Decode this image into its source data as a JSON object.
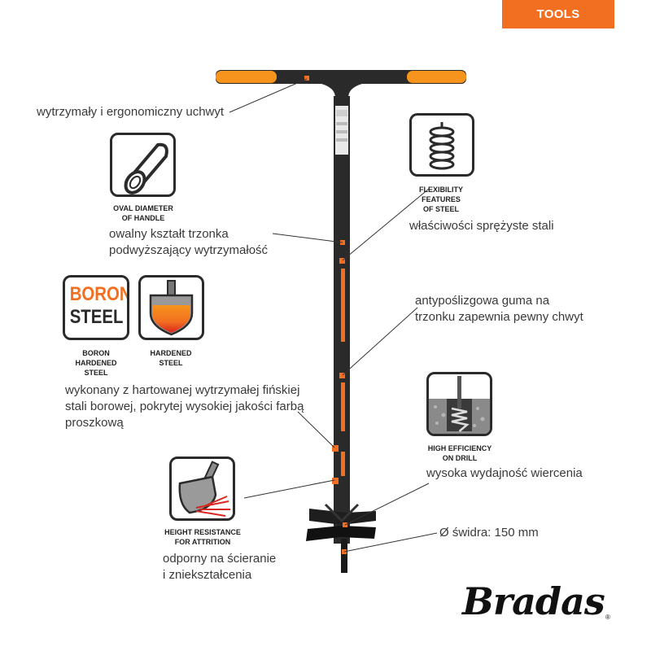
{
  "header": {
    "tools_label": "TOOLS"
  },
  "colors": {
    "accent": "#f26f21",
    "dark": "#2b2b2b"
  },
  "features": {
    "handle": {
      "text": "wytrzymały i ergonomiczny uchwyt"
    },
    "oval": {
      "caption_line1": "OVAL DIAMETER",
      "caption_line2": "OF HANDLE",
      "text_line1": "owalny kształt trzonka",
      "text_line2": "podwyższający wytrzymałość",
      "icon": "oval-tube-icon"
    },
    "flex": {
      "caption_line1": "FLEXIBILITY",
      "caption_line2": "FEATURES",
      "caption_line3": "OF STEEL",
      "text": "właściwości sprężyste stali",
      "icon": "spring-icon"
    },
    "boron": {
      "badge_line1": "BORON",
      "badge_line2": "STEEL",
      "caption_line1": "BORON",
      "caption_line2": "HARDENED",
      "caption_line3": "STEEL"
    },
    "hardened": {
      "caption_line1": "HARDENED",
      "caption_line2": "STEEL",
      "icon": "hardened-shovel-icon"
    },
    "steel_text": {
      "line1": "wykonany z hartowanej wytrzymałej fińskiej",
      "line2": "stali borowej, pokrytej wysokiej jakości farbą",
      "line3": "proszkową"
    },
    "rubber": {
      "line1": "antypoślizgowa guma na",
      "line2": "trzonku zapewnia pewny chwyt"
    },
    "drill": {
      "caption_line1": "HIGH EFFICIENCY",
      "caption_line2": "ON DRILL",
      "text": "wysoka wydajność wiercenia",
      "icon": "drill-soil-icon"
    },
    "diameter": {
      "text": "Ø świdra: 150 mm"
    },
    "attrition": {
      "caption_line1": "HEIGHT RESISTANCE",
      "caption_line2": "FOR ATTRITION",
      "text_line1": "odporny na ścieranie",
      "text_line2": "i zniekształcenia",
      "icon": "shovel-attrition-icon"
    }
  },
  "brand": {
    "logo": "Bradas",
    "reg": "®"
  }
}
